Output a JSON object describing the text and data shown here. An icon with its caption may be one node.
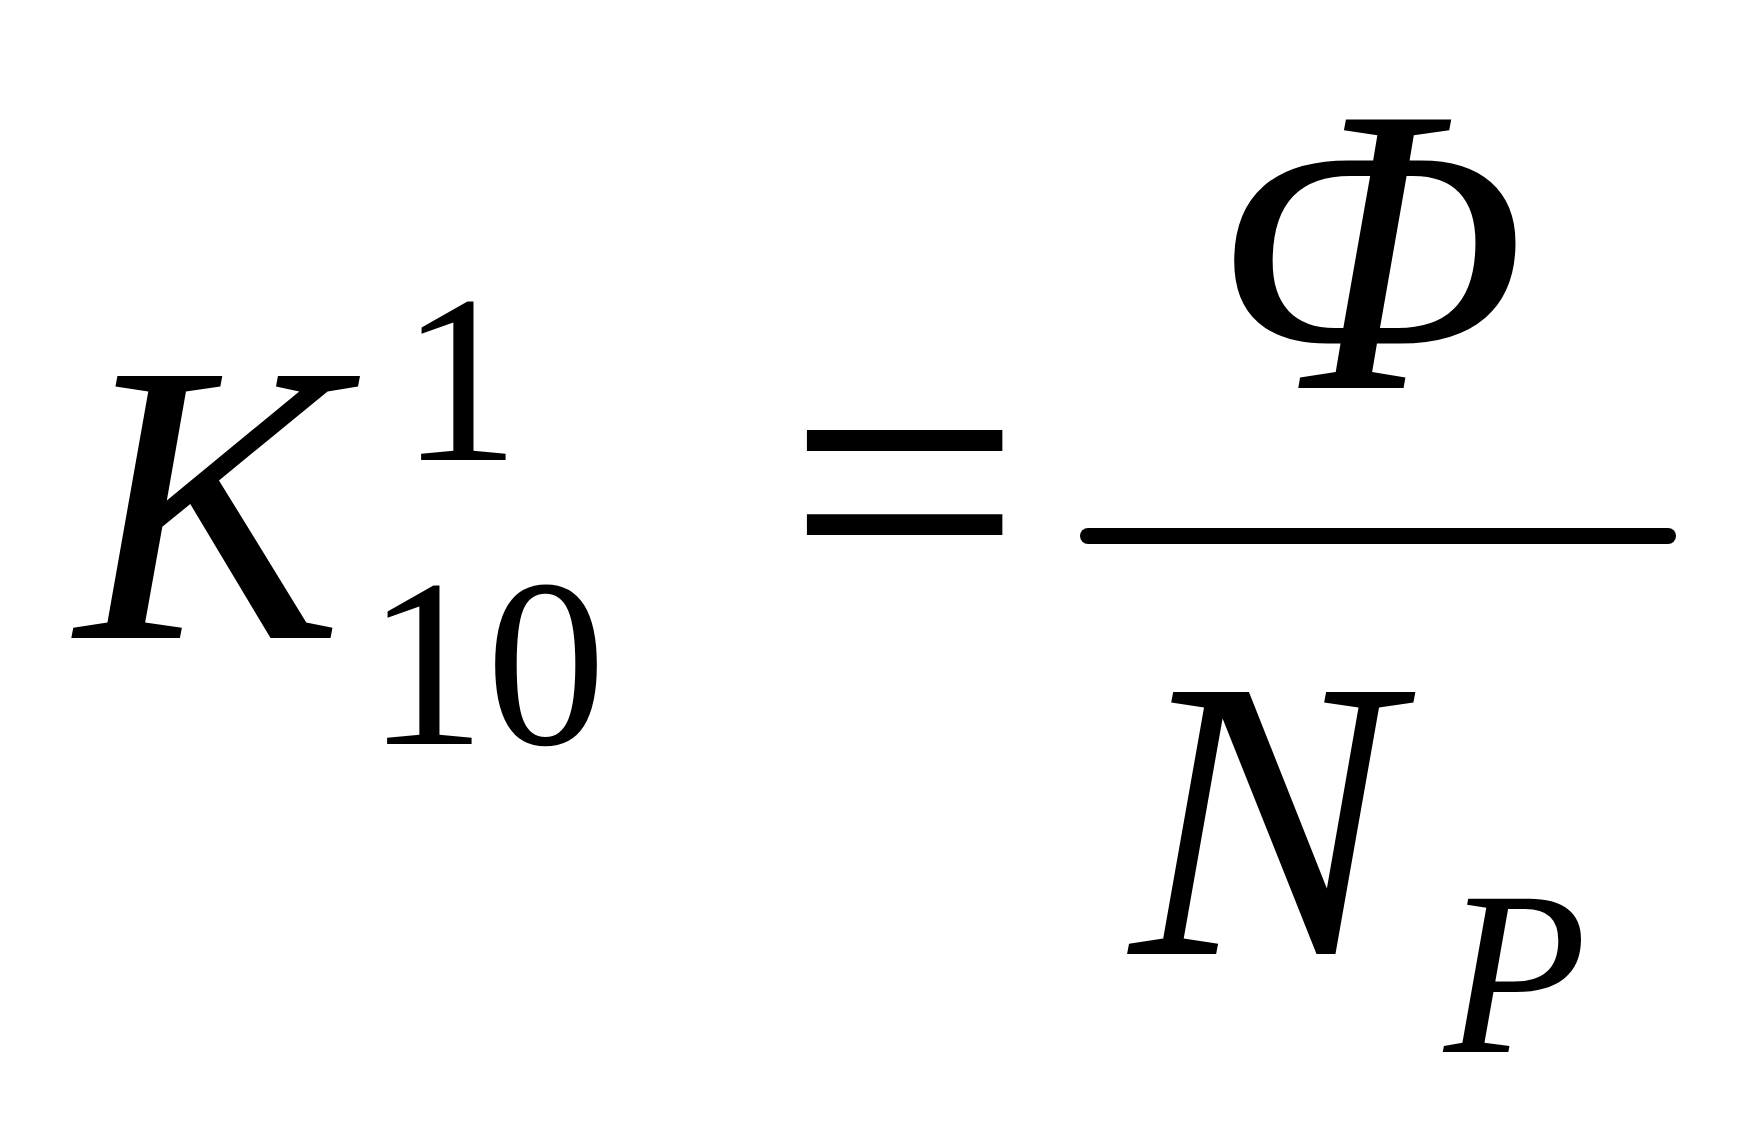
{
  "diagram": {
    "labels": [
      "K",
      "1",
      "10",
      "=",
      "Φ",
      "N",
      "P"
    ]
  }
}
